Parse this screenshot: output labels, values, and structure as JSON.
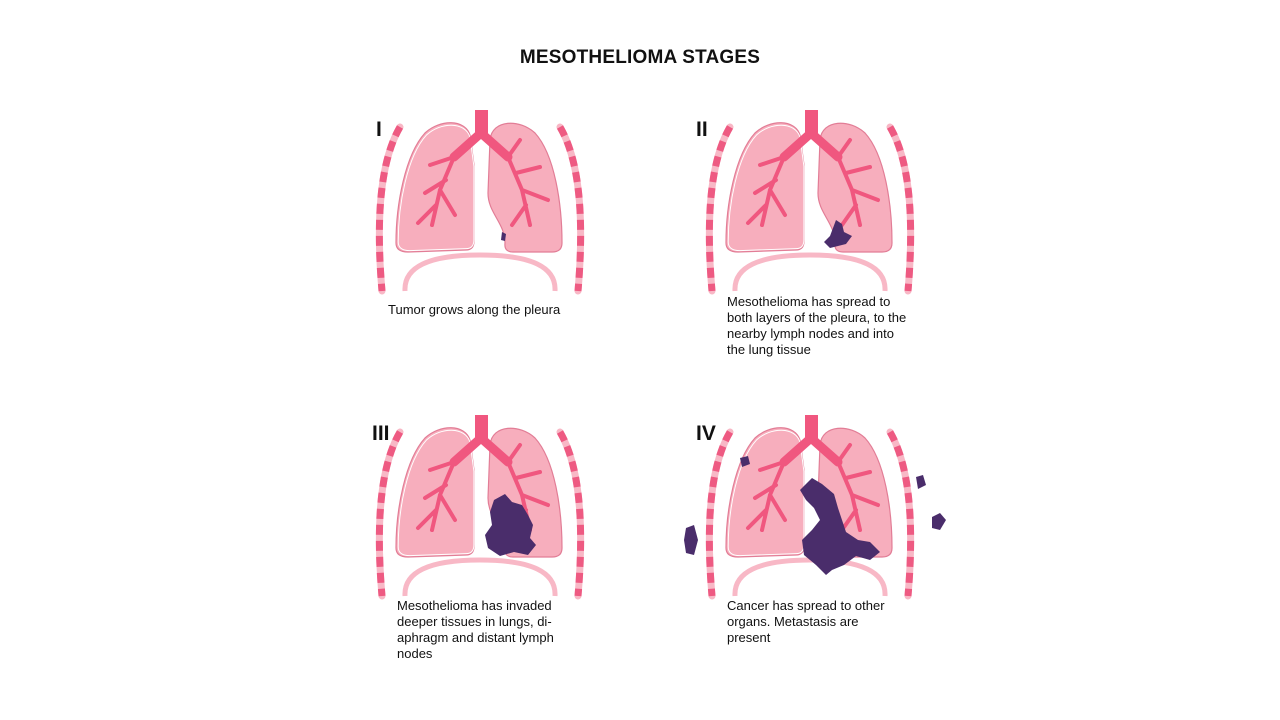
{
  "title": "MESOTHELIOMA STAGES",
  "colors": {
    "lung": "#f7aebd",
    "airway": "#f0577f",
    "rib_dark": "#ee5a82",
    "rib_light": "#f8b8c6",
    "tumor": "#4a2d6b"
  },
  "stages": [
    {
      "numeral": "I",
      "caption": "Tumor grows along the pleura"
    },
    {
      "numeral": "II",
      "caption": "Mesothelioma has spread to both layers of the pleura, to the nearby lymph nodes and into the lung tissue"
    },
    {
      "numeral": "III",
      "caption": "Mesothelioma has invaded deeper tissues in lungs, di-aphragm and distant lymph nodes"
    },
    {
      "numeral": "IV",
      "caption": "Cancer has spread to other organs. Metastasis are present"
    }
  ]
}
